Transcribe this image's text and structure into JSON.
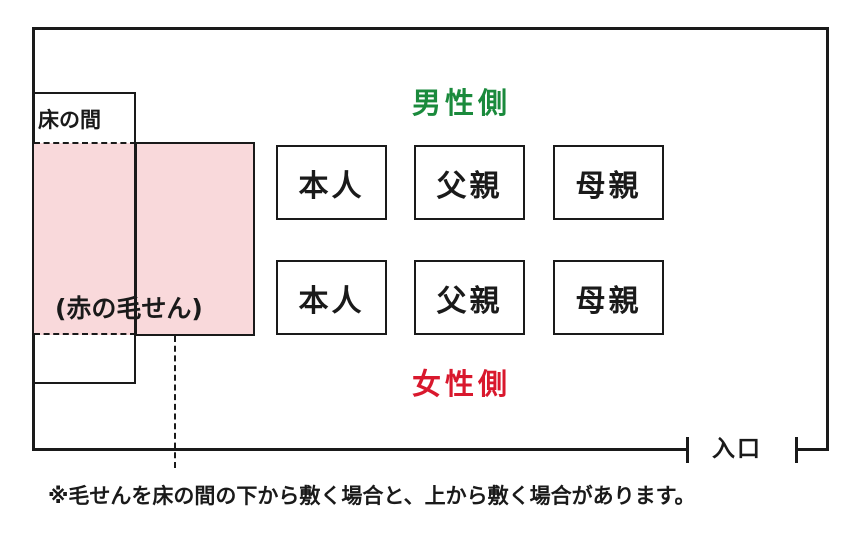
{
  "alcove": {
    "label": "床の間"
  },
  "carpet": {
    "label": "(赤の毛せん)"
  },
  "men_side": {
    "label": "男性側",
    "color": "#1a8a3c"
  },
  "women_side": {
    "label": "女性側",
    "color": "#d9182d"
  },
  "seats": {
    "men": [
      "本人",
      "父親",
      "母親"
    ],
    "women": [
      "本人",
      "父親",
      "母親"
    ]
  },
  "entrance": {
    "label": "入口"
  },
  "note": "※毛せんを床の間の下から敷く場合と、上から敷く場合があります。",
  "colors": {
    "carpet_fill": "#f9d9db",
    "outline": "#1a1a1a"
  }
}
